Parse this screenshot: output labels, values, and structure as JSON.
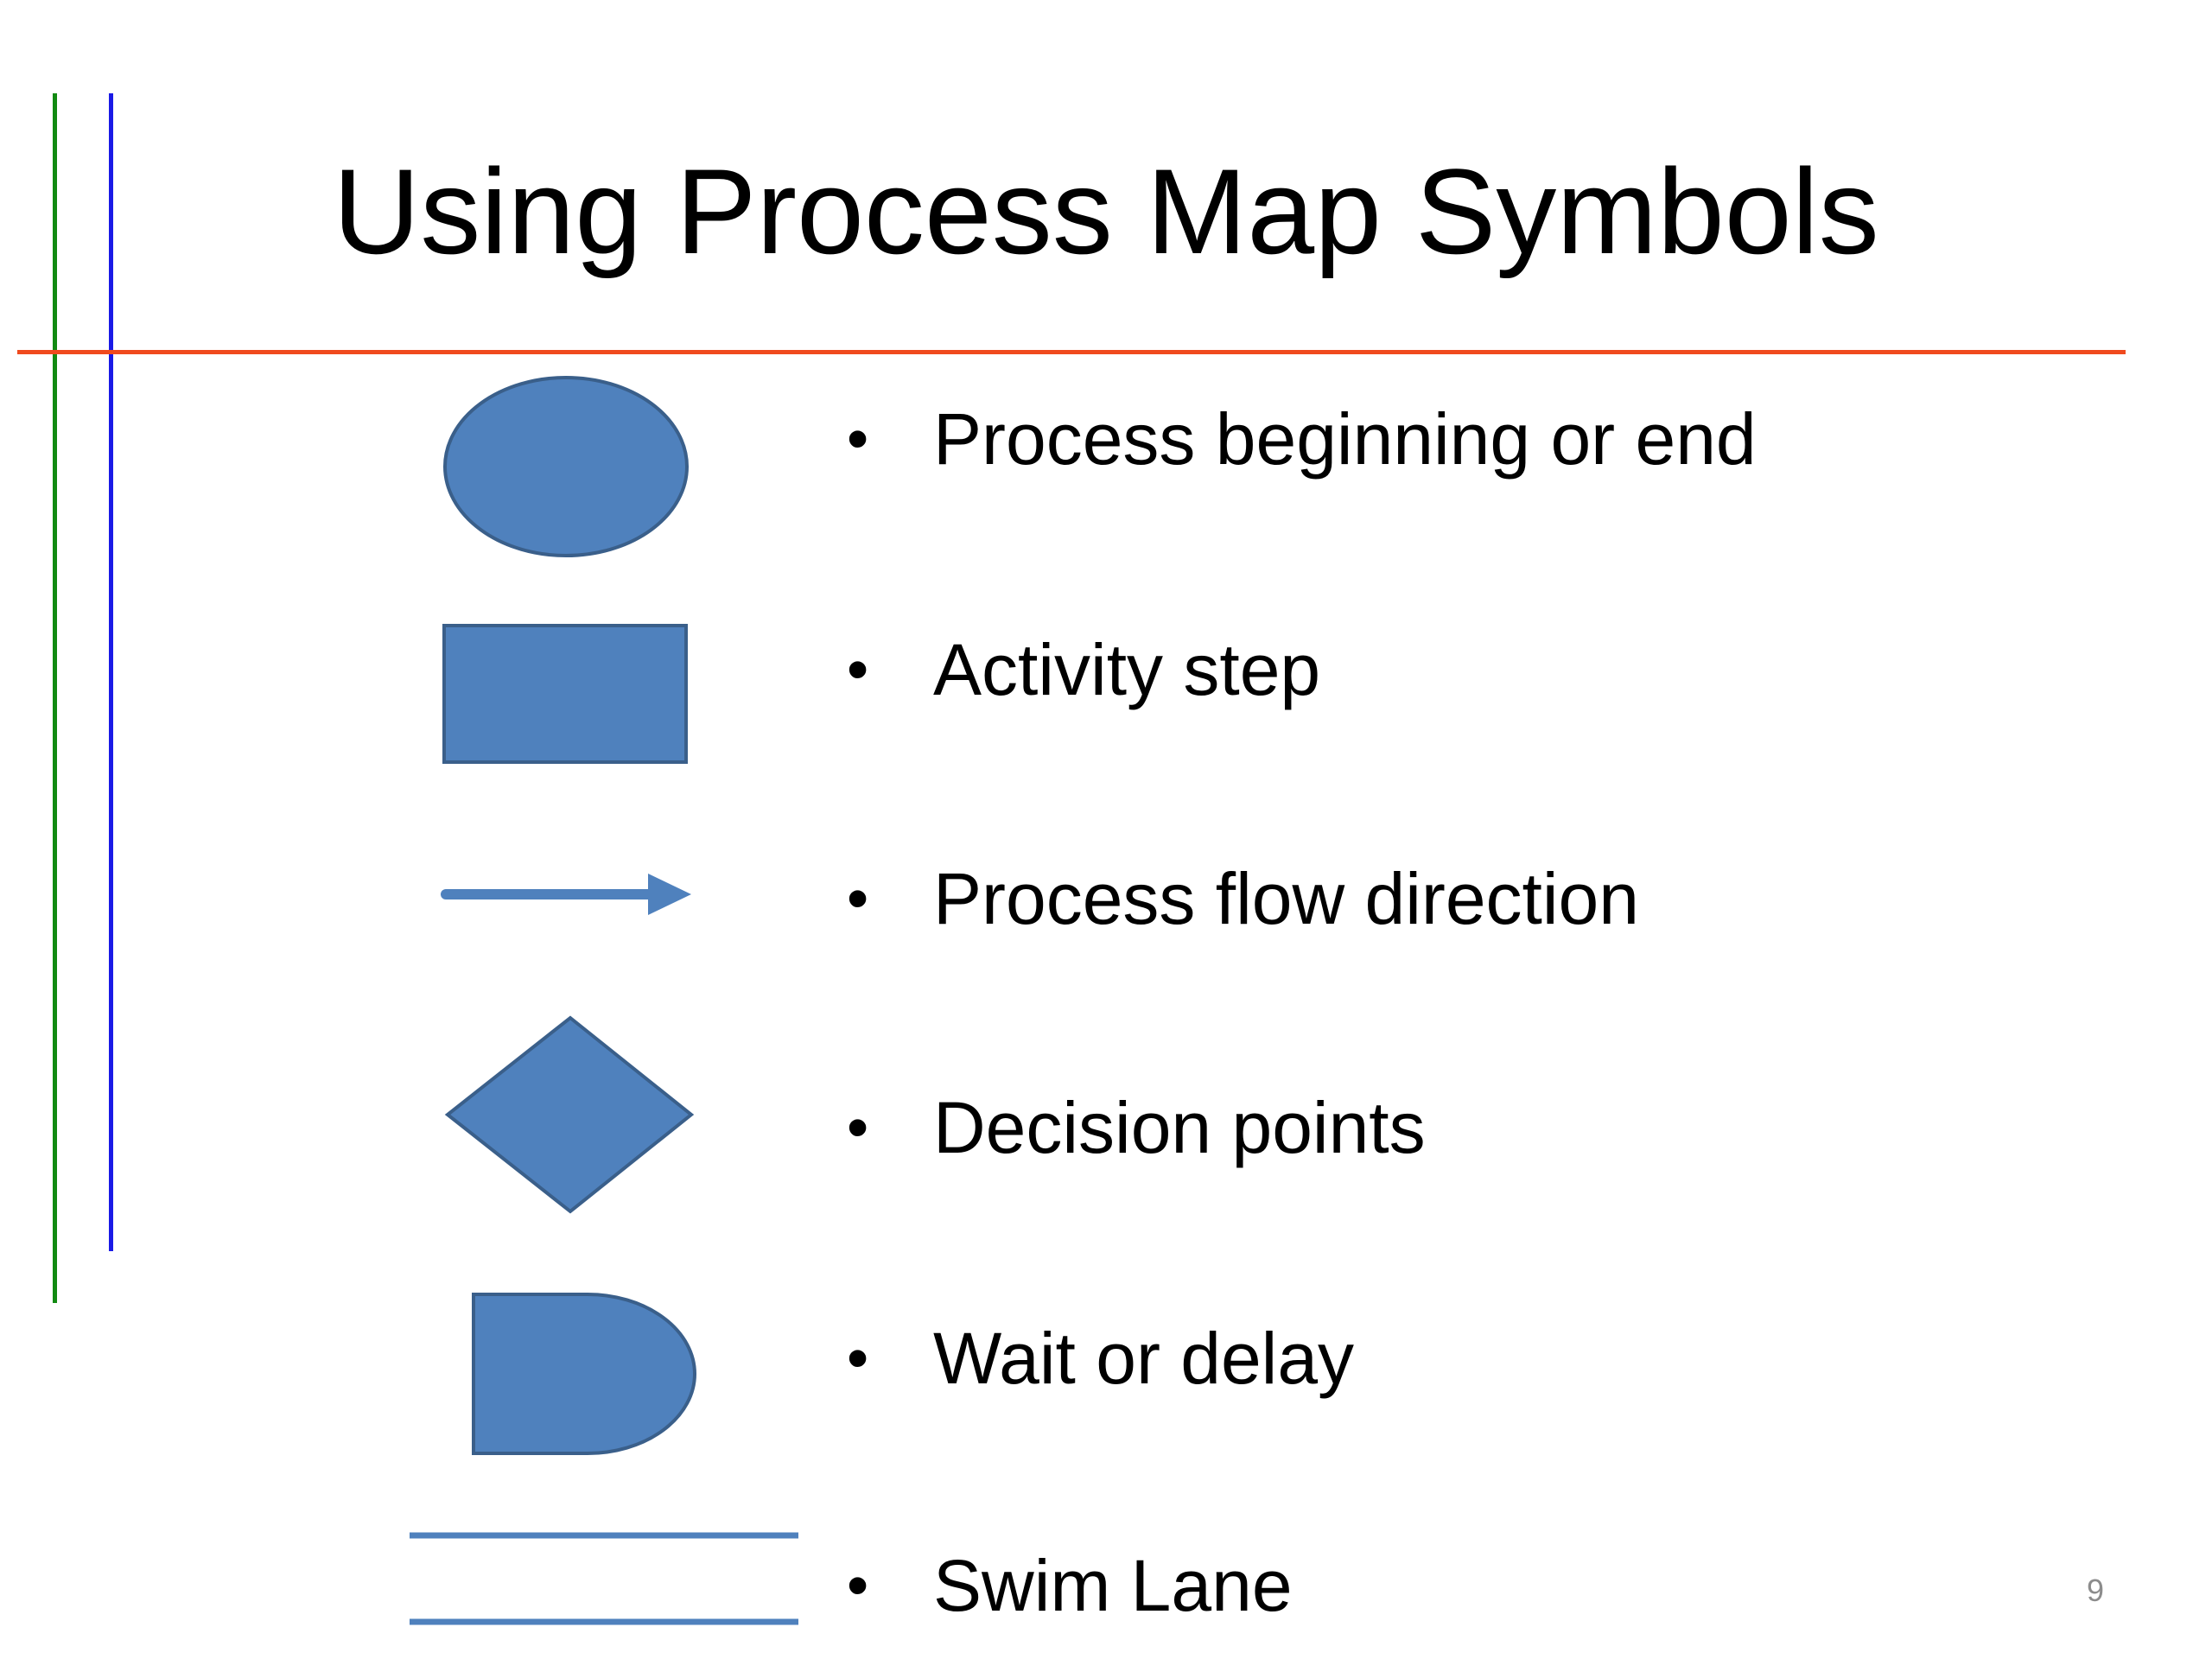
{
  "slide": {
    "title": "Using Process Map Symbols",
    "page_number": "9",
    "bullet": "•",
    "guide_colors": {
      "green": "#128a12",
      "blue": "#1a1ae6",
      "red": "#f04a1e"
    },
    "symbol_fill": "#4f81bd",
    "symbol_stroke": "#3a5f8a",
    "items": [
      {
        "shape": "oval",
        "label": "Process beginning or end"
      },
      {
        "shape": "rectangle",
        "label": "Activity step"
      },
      {
        "shape": "arrow",
        "label": "Process flow direction"
      },
      {
        "shape": "diamond",
        "label": "Decision points"
      },
      {
        "shape": "delay",
        "label": "Wait or delay"
      },
      {
        "shape": "swim-lane",
        "label": "Swim Lane"
      }
    ]
  }
}
